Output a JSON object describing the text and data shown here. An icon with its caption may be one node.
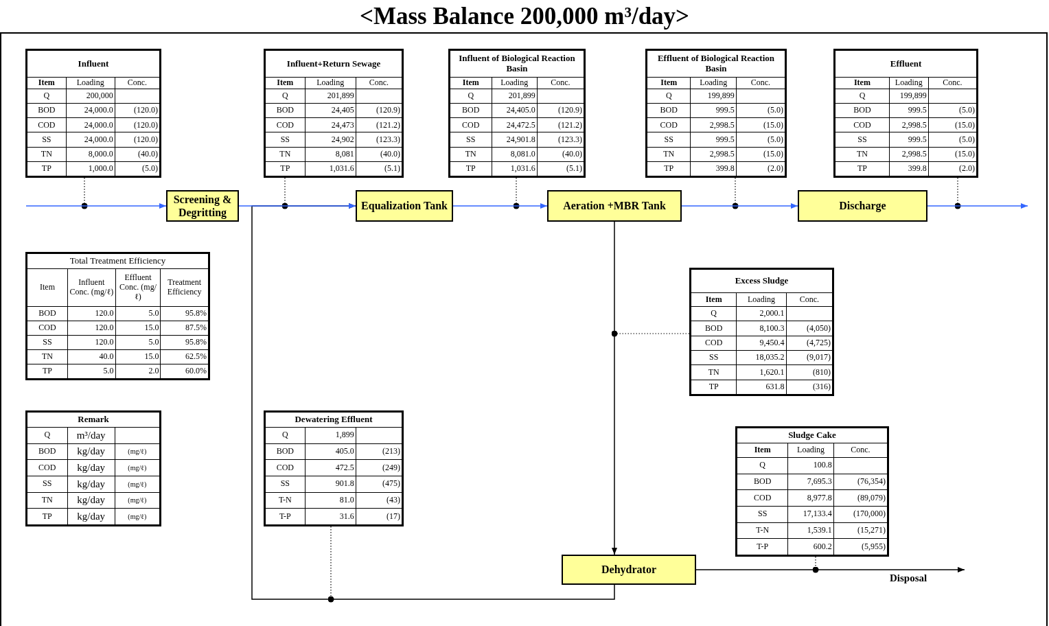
{
  "diagram": {
    "title": "<Mass Balance 200,000 m³/day>",
    "nodes": [
      {
        "text": [
          "Influent",
          "Item",
          "Loading",
          "Conc.",
          "Q",
          "200,000",
          "BOD",
          "24,000.0",
          "(120.0)",
          "COD",
          "24,000.0",
          "(120.0)",
          "SS",
          "24,000.0",
          "(120.0)",
          "TN",
          "8,000.0",
          "(40.0)",
          "TP",
          "1,000.0",
          "(5.0)"
        ]
      },
      {
        "text": [
          "Influent+Return Sewage",
          "Item",
          "Loading",
          "Conc.",
          "Q",
          "201,899",
          "BOD",
          "24,405",
          "(120.9)",
          "COD",
          "24,473",
          "(121.2)",
          "SS",
          "24,902",
          "(123.3)",
          "TN",
          "8,081",
          "(40.0)",
          "TP",
          "1,031.6",
          "(5.1)"
        ]
      },
      {
        "text": [
          "Influent of Biological Reaction Basin",
          "Item",
          "Loading",
          "Conc.",
          "Q",
          "201,899",
          "BOD",
          "24,405.0",
          "(120.9)",
          "COD",
          "24,472.5",
          "(121.2)",
          "SS",
          "24,901.8",
          "(123.3)",
          "TN",
          "8,081.0",
          "(40.0)",
          "TP",
          "1,031.6",
          "(5.1)"
        ]
      },
      {
        "text": [
          "Effluent of Biological Reaction Basin",
          "Item",
          "Loading",
          "Conc.",
          "Q",
          "199,899",
          "BOD",
          "999.5",
          "(5.0)",
          "COD",
          "2,998.5",
          "(15.0)",
          "SS",
          "999.5",
          "(5.0)",
          "TN",
          "2,998.5",
          "(15.0)",
          "TP",
          "399.8",
          "(2.0)"
        ]
      },
      {
        "text": [
          "Effluent",
          "Item",
          "Loading",
          "Conc.",
          "Q",
          "199,899",
          "BOD",
          "999.5",
          "(5.0)",
          "COD",
          "2,998.5",
          "(15.0)",
          "SS",
          "999.5",
          "(5.0)",
          "TN",
          "2,998.5",
          "(15.0)",
          "TP",
          "399.8",
          "(2.0)"
        ]
      },
      {
        "text": [
          "Screening & Degritting"
        ]
      },
      {
        "text": [
          "Equalization Tank"
        ]
      },
      {
        "text": [
          "Aeration +MBR Tank"
        ]
      },
      {
        "text": [
          "Discharge"
        ]
      },
      {
        "text": [
          "Total Treatment Efficiency",
          "Item",
          "Influent Conc. (mg/ℓ)",
          "Effluent Conc. (mg/ℓ)",
          "Treatment Efficiency",
          "BOD",
          "120.0",
          "5.0",
          "95.8%",
          "COD",
          "120.0",
          "15.0",
          "87.5%",
          "SS",
          "120.0",
          "5.0",
          "95.8%",
          "TN",
          "40.0",
          "15.0",
          "62.5%",
          "TP",
          "5.0",
          "2.0",
          "60.0%"
        ]
      },
      {
        "text": [
          "Excess Sludge",
          "Item",
          "Loading",
          "Conc.",
          "Q",
          "2,000.1",
          "BOD",
          "8,100.3",
          "(4,050)",
          "COD",
          "9,450.4",
          "(4,725)",
          "SS",
          "18,035.2",
          "(9,017)",
          "TN",
          "1,620.1",
          "(810)",
          "TP",
          "631.8",
          "(316)"
        ]
      },
      {
        "text": [
          "Remark",
          "Q",
          "m³/day",
          "BOD",
          "kg/day",
          "(mg/ℓ)",
          "COD",
          "kg/day",
          "(mg/ℓ)",
          "SS",
          "kg/day",
          "(mg/ℓ)",
          "TN",
          "kg/day",
          "(mg/ℓ)",
          "TP",
          "kg/day",
          "(mg/ℓ)"
        ]
      },
      {
        "text": [
          "Dewatering Effluent",
          "Q",
          "1,899",
          "BOD",
          "405.0",
          "(213)",
          "COD",
          "472.5",
          "(249)",
          "SS",
          "901.8",
          "(475)",
          "T-N",
          "81.0",
          "(43)",
          "T-P",
          "31.6",
          "(17)"
        ]
      },
      {
        "text": [
          "Sludge Cake",
          "Item",
          "Loading",
          "Conc.",
          "Q",
          "100.8",
          "BOD",
          "7,695.3",
          "(76,354)",
          "COD",
          "8,977.8",
          "(89,079)",
          "SS",
          "17,133.4",
          "(170,000)",
          "T-N",
          "1,539.1",
          "(15,271)",
          "T-P",
          "600.2",
          "(5,955)"
        ]
      },
      {
        "text": [
          "Dehydrator"
        ]
      }
    ],
    "edges": [
      {
        "from": null,
        "to": 5,
        "arrow": "to",
        "color": "#3366ff"
      },
      {
        "from": 5,
        "to": 6,
        "arrow": "to",
        "color": "#3366ff"
      },
      {
        "from": 6,
        "to": 7,
        "arrow": "to",
        "color": "#3366ff"
      },
      {
        "from": 7,
        "to": 8,
        "arrow": "to",
        "color": "#3366ff"
      },
      {
        "from": 8,
        "to": null,
        "arrow": "to",
        "color": "#3366ff"
      },
      {
        "from": 0,
        "to": null,
        "arrow": "other",
        "style": "dashed"
      },
      {
        "from": 1,
        "to": null,
        "arrow": "other",
        "style": "dashed"
      },
      {
        "from": 2,
        "to": null,
        "arrow": "other",
        "style": "dashed"
      },
      {
        "from": 3,
        "to": null,
        "arrow": "other",
        "style": "dashed"
      },
      {
        "from": 4,
        "to": null,
        "arrow": "other",
        "style": "dashed"
      },
      {
        "from": 7,
        "to": 14,
        "arrow": "to"
      },
      {
        "from": 10,
        "to": null,
        "arrow": "other",
        "style": "dashed"
      },
      {
        "from": 14,
        "to": 6,
        "arrow": "to"
      },
      {
        "from": 12,
        "to": null,
        "arrow": "other",
        "style": "dashed"
      },
      {
        "from": 14,
        "to": null,
        "arrow": "to",
        "label": "Disposal"
      },
      {
        "from": 13,
        "to": null,
        "arrow": "other",
        "style": "dashed"
      }
    ]
  }
}
